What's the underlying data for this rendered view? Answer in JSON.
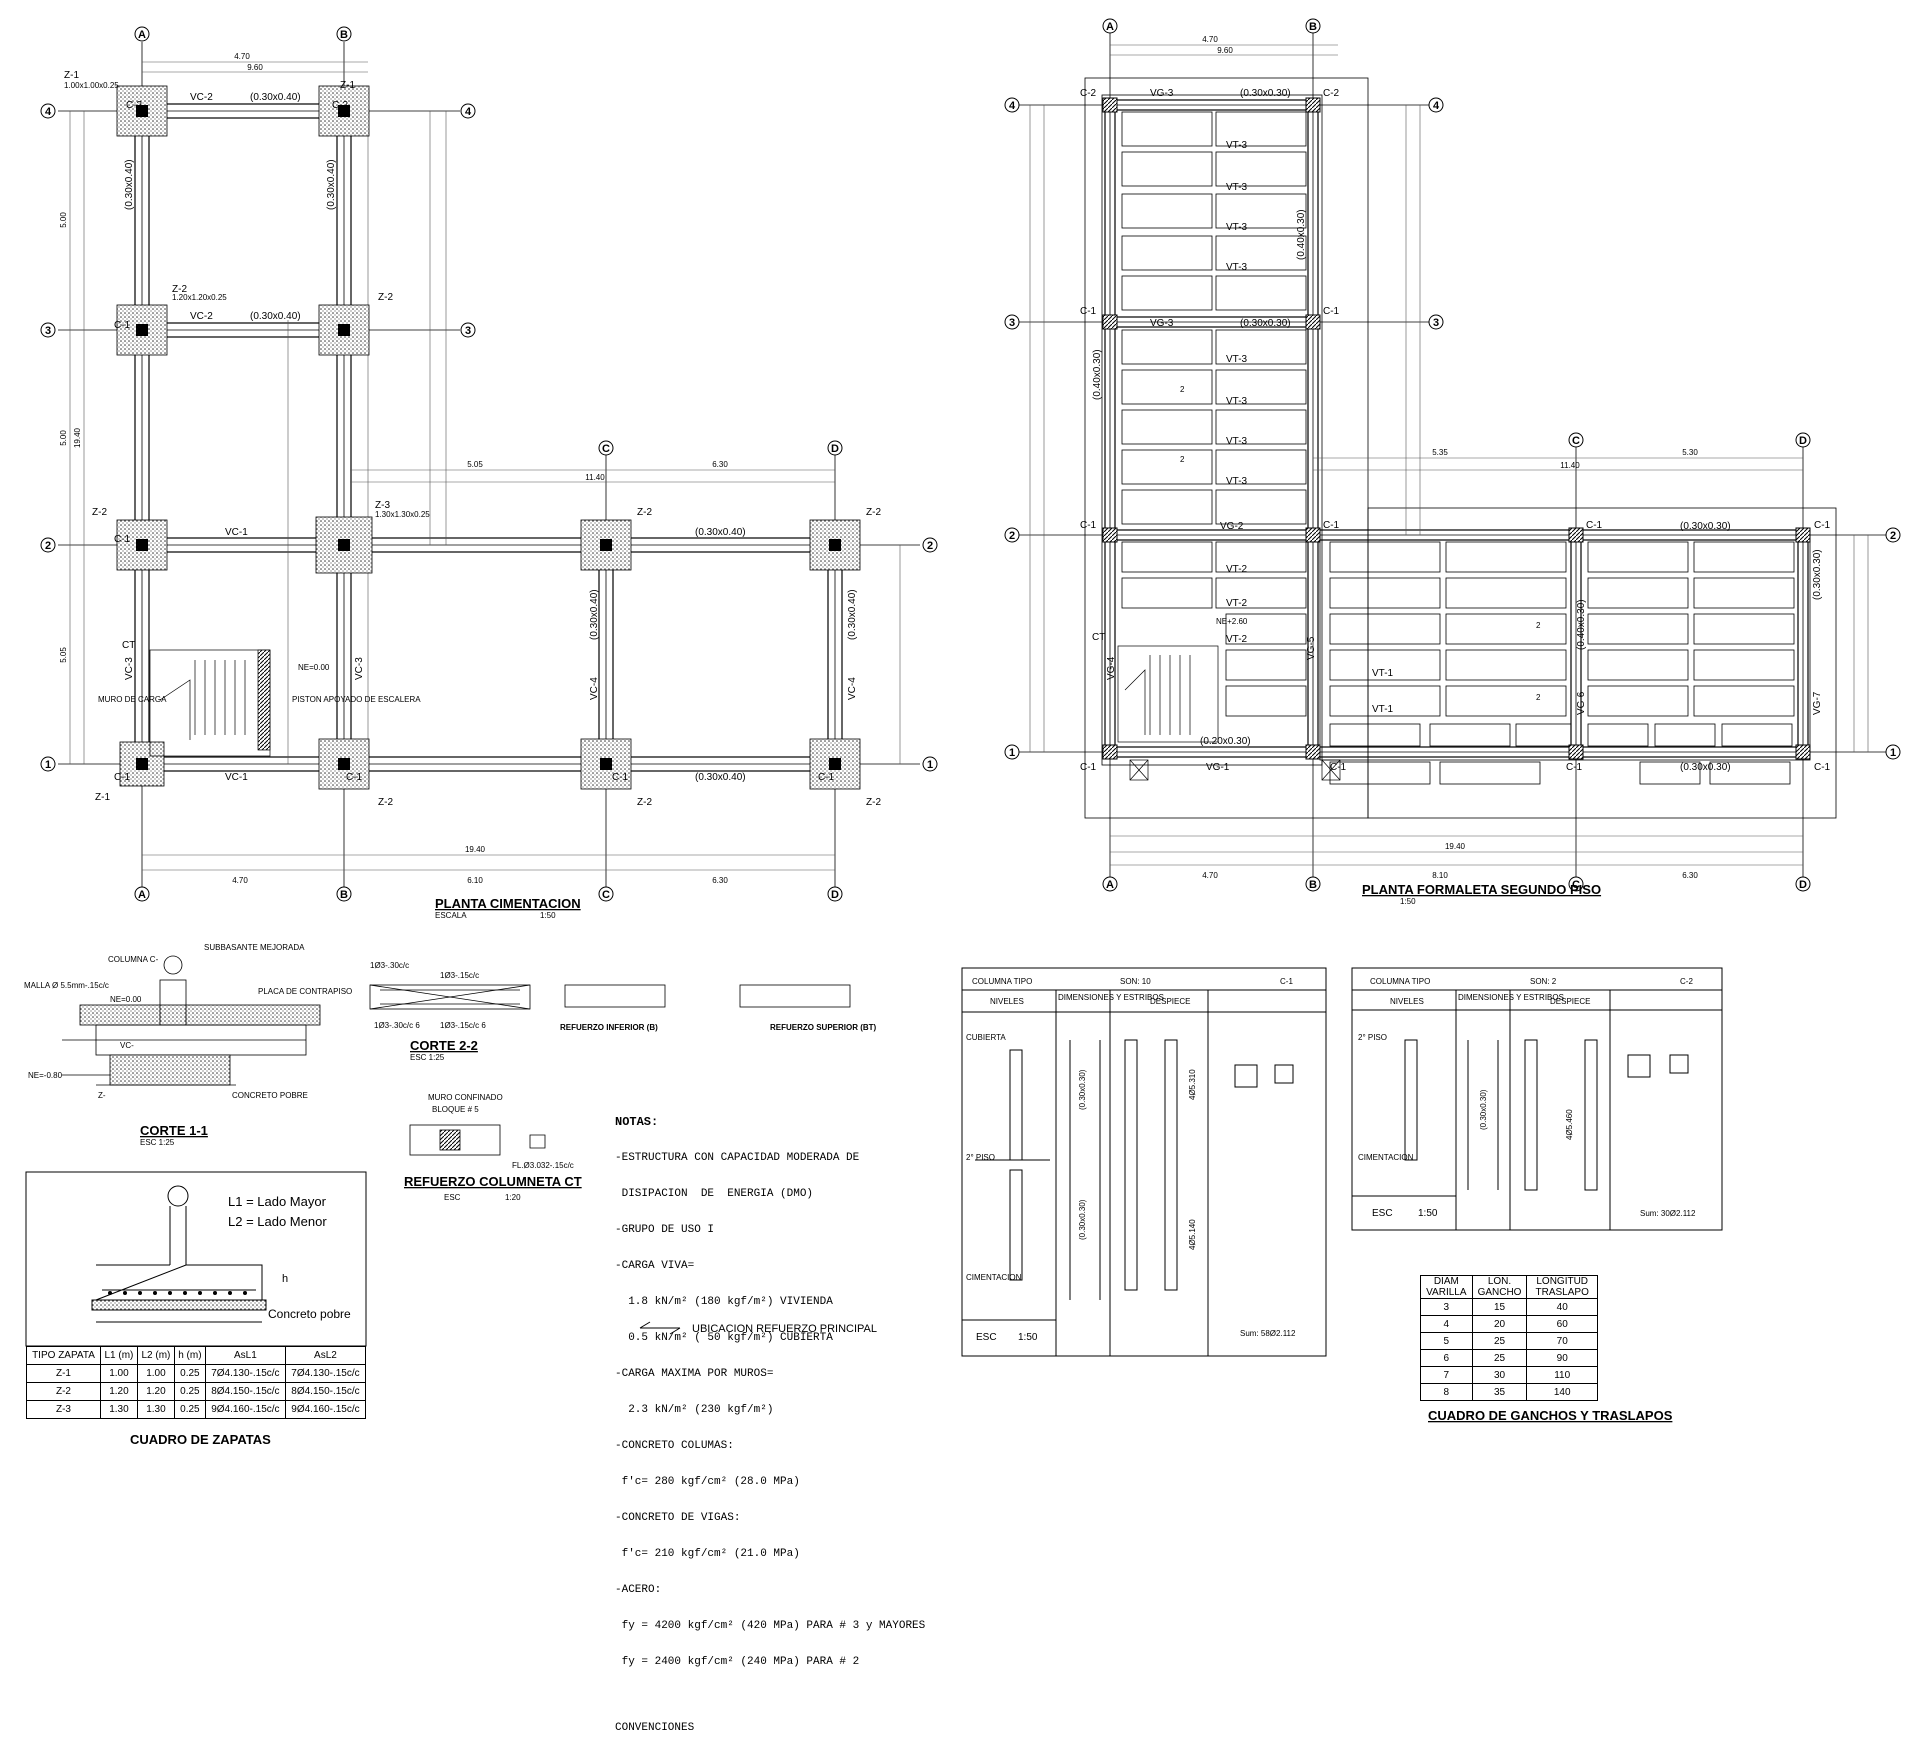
{
  "axes": {
    "letters": [
      "A",
      "B",
      "C",
      "D"
    ],
    "numbers": [
      "1",
      "2",
      "3",
      "4"
    ]
  },
  "foundation_plan": {
    "title": "PLANTA CIMENTACION",
    "scale_label": "ESCALA",
    "scale": "1:50",
    "dims_top": [
      "4.70",
      "9.60"
    ],
    "dims_bottom": [
      "4.70",
      "6.10",
      "6.30",
      "19.40"
    ],
    "dims_middle": [
      "5.05",
      "6.30",
      "11.40"
    ],
    "dims_left": [
      "5.00",
      "5.00",
      "5.05",
      "19.40"
    ],
    "beams": {
      "vc1": "VC-1",
      "vc2": "VC-2",
      "vc3": "VC-3",
      "vc4": "VC-4",
      "section": "(0.30x0.40)"
    },
    "footings": {
      "z1": "Z-1",
      "z2": "Z-2",
      "z3": "Z-3",
      "z1_size": "1.00x1.00x0.25",
      "z2_size": "1.20x1.20x0.25",
      "z3_size": "1.30x1.30x0.25"
    },
    "columns": {
      "c1": "C-1",
      "c2": "C-2",
      "ct": "CT"
    },
    "level": "NE=0.00",
    "stair_note": "MURO DE CARGA",
    "stair_note2": "PISTON APOYADO DE ESCALERA"
  },
  "second_floor": {
    "title": "PLANTA FORMALETA SEGUNDO PISO",
    "scale": "1:50",
    "dims_top": [
      "4.70",
      "9.60"
    ],
    "dims_bottom": [
      "4.70",
      "8.10",
      "6.30",
      "19.40"
    ],
    "dims_middle": [
      "5.35",
      "5.30",
      "11.40"
    ],
    "beams": {
      "vg1": "VG-1",
      "vg2": "VG-2",
      "vg3": "VG-3",
      "vg4": "VG-4",
      "vg5": "VG-5",
      "vg6": "VG-6",
      "vg7": "VG-7",
      "vt1": "VT-1",
      "vt2": "VT-2",
      "vt3": "VT-3",
      "section": "(0.30x0.30)",
      "section_v": "(0.40x0.30)",
      "section_stair": "(0.20x0.30)"
    },
    "columns": {
      "c1": "C-1",
      "c2": "C-2",
      "ct": "CT"
    },
    "level": "NE+2.60",
    "slope": "2"
  },
  "corte11": {
    "title": "CORTE 1-1",
    "scale": "ESC 1:25",
    "labels": [
      "COLUMNA C-",
      "SUBBASANTE MEJORADA",
      "PLACA DE CONTRAPISO",
      "MALLA Ø 5.5mm-.15c/c",
      "NE=0.00",
      "NE=-0.80",
      "CONCRETO POBRE",
      "Z-",
      "VC-"
    ]
  },
  "corte22": {
    "title": "CORTE 2-2",
    "scale": "ESC 1:25",
    "labels": [
      "1Ø3-.30c/c",
      "1Ø3-.15c/c",
      "1Ø3-.30c/c 6",
      "1Ø3-.15c/c 6"
    ]
  },
  "refuerzo_tipico": {
    "title1": "REFUERZO INFERIOR (B)",
    "title2": "REFUERZO SUPERIOR (BT)"
  },
  "columneta": {
    "title": "REFUERZO COLUMNETA CT",
    "scale_label": "ESC",
    "scale": "1:20",
    "labels": [
      "MURO CONFINADO",
      "BLOQUE # 5",
      "FL.Ø3.032-.15c/c"
    ]
  },
  "notes": {
    "heading": "NOTAS:",
    "lines": [
      "-ESTRUCTURA CON CAPACIDAD MODERADA DE",
      " DISIPACION  DE  ENERGIA (DMO)",
      "-GRUPO DE USO I",
      "-CARGA VIVA=",
      "  1.8 kN/m² (180 kgf/m²) VIVIENDA",
      "  0.5 kN/m² ( 50 kgf/m²) CUBIERTA",
      "-CARGA MAXIMA POR MUROS=",
      "  2.3 kN/m² (230 kgf/m²)",
      "-CONCRETO COLUMAS:",
      " f'c= 280 kgf/cm² (28.0 MPa)",
      "-CONCRETO DE VIGAS:",
      " f'c= 210 kgf/cm² (21.0 MPa)",
      "-ACERO:",
      " fy = 4200 kgf/cm² (420 MPa) PARA # 3 y MAYORES",
      " fy = 2400 kgf/cm² (240 MPa) PARA # 2"
    ],
    "conventions": "CONVENCIONES",
    "arrow_label": "UBICACION REFUERZO PRINCIPAL"
  },
  "footing_detail": {
    "l1": "L1 = Lado Mayor",
    "l2": "L2 = Lado Menor",
    "concrete": "Concreto pobre",
    "h": "h"
  },
  "footing_table": {
    "headers": [
      "TIPO ZAPATA",
      "L1 (m)",
      "L2 (m)",
      "h (m)",
      "AsL1",
      "AsL2"
    ],
    "rows": [
      [
        "Z-1",
        "1.00",
        "1.00",
        "0.25",
        "7Ø4.130-.15c/c",
        "7Ø4.130-.15c/c"
      ],
      [
        "Z-2",
        "1.20",
        "1.20",
        "0.25",
        "8Ø4.150-.15c/c",
        "8Ø4.150-.15c/c"
      ],
      [
        "Z-3",
        "1.30",
        "1.30",
        "0.25",
        "9Ø4.160-.15c/c",
        "9Ø4.160-.15c/c"
      ]
    ],
    "title": "CUADRO DE ZAPATAS"
  },
  "column_c1": {
    "header": [
      "COLUMNA TIPO",
      "SON: 10",
      "C-1"
    ],
    "subheaders": [
      "NIVELES",
      "DIMENSIONES Y ESTRIBOS",
      "DESPIECE"
    ],
    "levels": [
      "CUBIERTA",
      "2° PISO",
      "CIMENTACION"
    ],
    "dims": [
      "(0.30x0.30)",
      "(0.30x0.30)"
    ],
    "bars": [
      "4Ø5.310",
      "4Ø5.140"
    ],
    "scale_label": "ESC",
    "scale": "1:50",
    "stirrups": "Sum: 58Ø2.112"
  },
  "column_c2": {
    "header": [
      "COLUMNA TIPO",
      "SON: 2",
      "C-2"
    ],
    "subheaders": [
      "NIVELES",
      "DIMENSIONES Y ESTRIBOS",
      "DESPIECE"
    ],
    "levels": [
      "2° PISO",
      "CIMENTACION"
    ],
    "dims": [
      "(0.30x0.30)"
    ],
    "bars": [
      "4Ø5.460"
    ],
    "scale_label": "ESC",
    "scale": "1:50",
    "stirrups": "Sum: 30Ø2.112"
  },
  "hooks_table": {
    "headers": [
      "DIAM VARILLA",
      "LON. GANCHO",
      "LONGITUD TRASLAPO"
    ],
    "rows": [
      [
        "3",
        "15",
        "40"
      ],
      [
        "4",
        "20",
        "60"
      ],
      [
        "5",
        "25",
        "70"
      ],
      [
        "6",
        "25",
        "90"
      ],
      [
        "7",
        "30",
        "110"
      ],
      [
        "8",
        "35",
        "140"
      ]
    ],
    "title": "CUADRO DE GANCHOS Y TRASLAPOS"
  }
}
